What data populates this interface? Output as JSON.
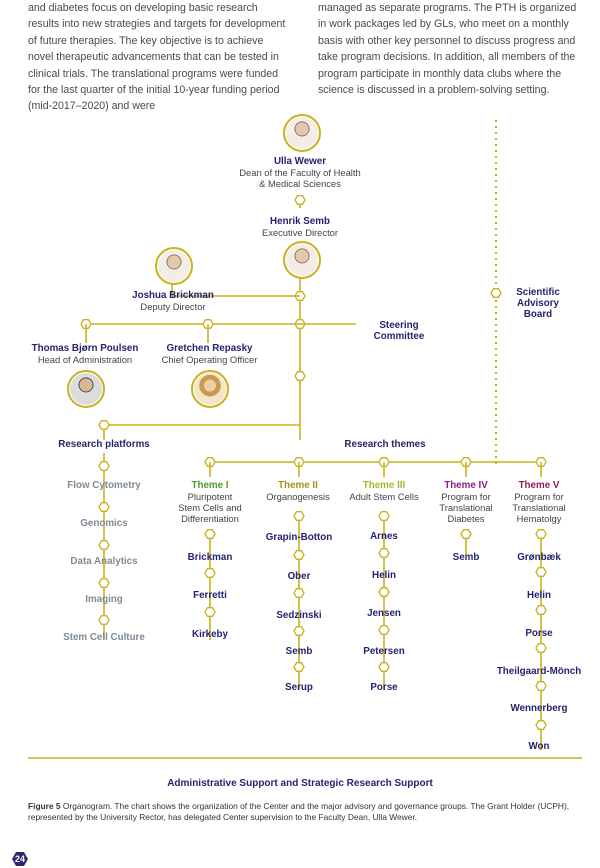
{
  "paragraphs": {
    "left": "and diabetes focus on developing basic research results into new strategies and targets for development of future therapies. The key objective is to achieve novel therapeutic advancements that can be tested in clinical trials. The translational programs were funded for the last quarter of the initial 10-year funding period (mid-2017–2020) and were",
    "right": "managed as separate programs. The PTH is organized in work packages led by GLs, who meet on a monthly basis with other key personnel to discuss progress and take program decisions. In addition, all members of the program participate in monthly data clubs where the science is discussed in a problem-solving setting."
  },
  "org": {
    "dean": {
      "name": "Ulla Wewer",
      "role_line1": "Dean of the Faculty of Health",
      "role_line2": "& Medical Sciences"
    },
    "director": {
      "name": "Henrik Semb",
      "role": "Executive Director"
    },
    "deputy": {
      "name": "Joshua Brickman",
      "role": "Deputy Director"
    },
    "admin": {
      "name": "Thomas Bjørn Poulsen",
      "role": "Head of Administration"
    },
    "coo": {
      "name": "Gretchen Repasky",
      "role": "Chief Operating Officer"
    },
    "steering": {
      "line1": "Steering",
      "line2": "Committee"
    },
    "sab": {
      "line1": "Scientific",
      "line2": "Advisory",
      "line3": "Board"
    }
  },
  "platforms": {
    "title": "Research platforms",
    "items": [
      "Flow Cytometry",
      "Genomics",
      "Data Analytics",
      "Imaging",
      "Stem Cell Culture"
    ]
  },
  "themes": {
    "title": "Research themes",
    "items": [
      {
        "name": "Theme I",
        "color": "#4f9a2e",
        "desc": [
          "Pluripotent",
          "Stem Cells and",
          "Differentiation"
        ],
        "members": [
          "Brickman",
          "Ferretti",
          "Kirkeby"
        ]
      },
      {
        "name": "Theme II",
        "color": "#a6911c",
        "desc": [
          "Organogenesis"
        ],
        "members": [
          "Grapin-Botton",
          "Ober",
          "Sedzinski",
          "Semb",
          "Serup"
        ]
      },
      {
        "name": "Theme III",
        "color": "#9cbc2a",
        "desc": [
          "Adult Stem Cells"
        ],
        "members": [
          "Arnes",
          "Helin",
          "Jensen",
          "Petersen",
          "Porse"
        ]
      },
      {
        "name": "Theme IV",
        "color": "#8a1f80",
        "desc": [
          "Program for",
          "Translational",
          "Diabetes"
        ],
        "members": [
          "Semb"
        ]
      },
      {
        "name": "Theme V",
        "color": "#8a1f5a",
        "desc": [
          "Program for",
          "Translational",
          "Hematolgy"
        ],
        "members": [
          "Grønbæk",
          "Helin",
          "Porse",
          "Theilgaard-Mönch",
          "Wennerberg",
          "Won"
        ]
      }
    ]
  },
  "bottom": {
    "title": "Administrative Support and Strategic Research Support"
  },
  "caption": {
    "label": "Figure 5",
    "text": "Organogram. The chart shows the organization of the Center and the major advisory and governance groups. The Grant Holder (UCPH), represented by the University Rector, has delegated Center supervision to the Faculty Dean, Ulla Wewer."
  },
  "page_number": "24",
  "colors": {
    "line": "#c9b21e",
    "navy": "#24246e",
    "platform_text": "#7f8b95"
  }
}
